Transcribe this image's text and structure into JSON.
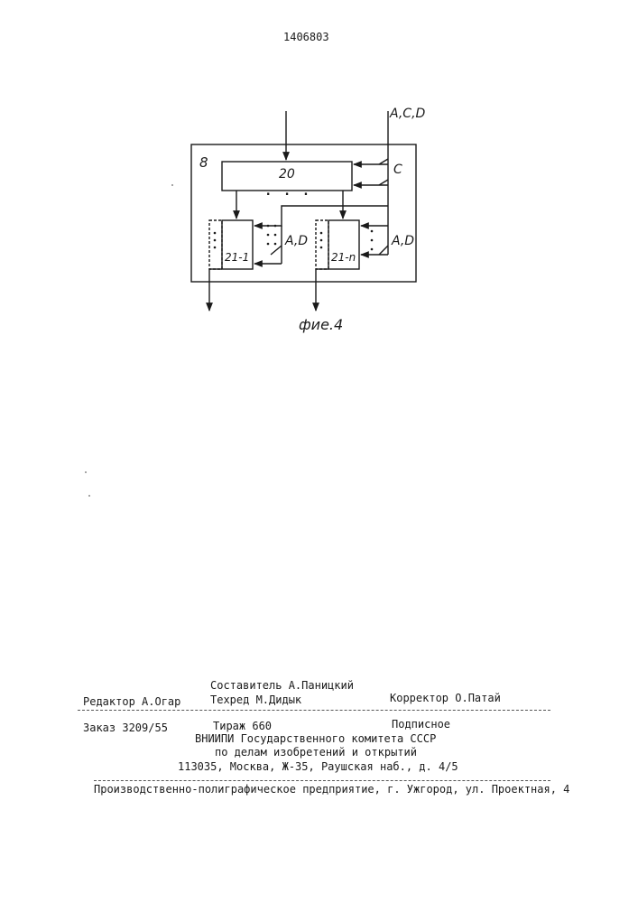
{
  "patent_number": "1406803",
  "figure": {
    "caption": "фие.4",
    "block_outer_label": "8",
    "block_main_label": "20",
    "block_1_label": "21-1",
    "block_n_label": "21-n",
    "input_top_right_label": "A,C,D",
    "input_c_label": "C",
    "input_ad_1_label": "A,D",
    "input_ad_n_label": "A,D",
    "dots": ". . ."
  },
  "footer": {
    "compiler": "Составитель А.Паницкий",
    "editor": "Редактор А.Огар",
    "techred": "Техред  М.Дидык",
    "corrector": "Корректор О.Патай",
    "order": "Заказ 3209/55",
    "circulation": "Тираж 660",
    "subscription": "Подписное",
    "org_line1": "ВНИИПИ Государственного комитета СССР",
    "org_line2": "по делам изобретений и открытий",
    "address": "113035, Москва, Ж-35, Раушская наб., д. 4/5",
    "printer": "Производственно-полиграфическое предприятие, г. Ужгород, ул. Проектная, 4"
  }
}
